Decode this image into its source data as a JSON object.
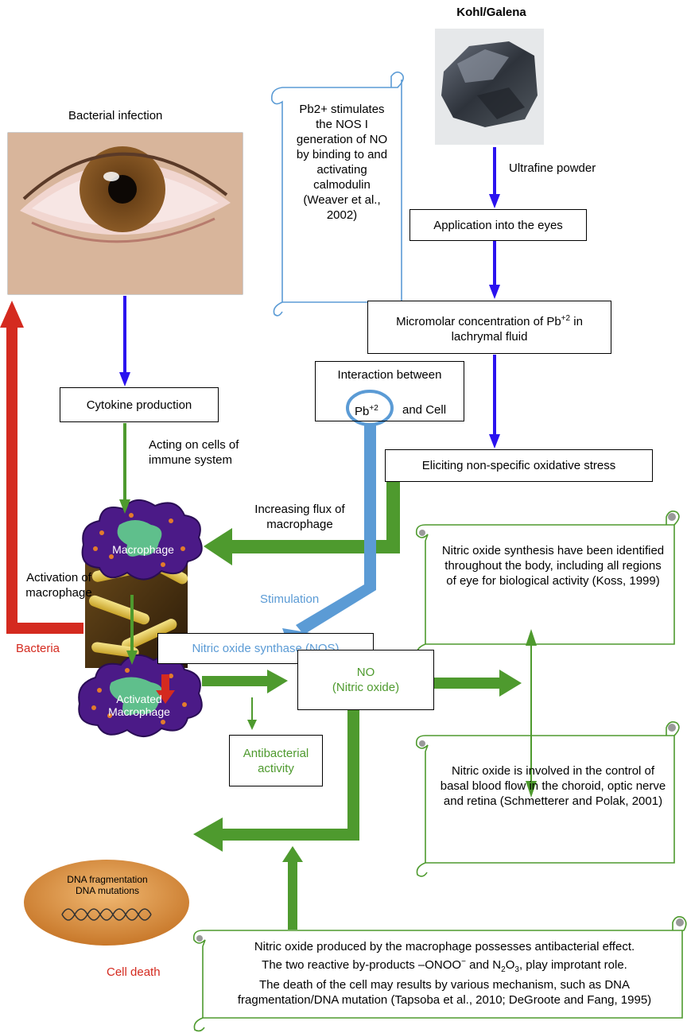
{
  "title": "Kohl/Galena",
  "labels": {
    "bacterial_infection": "Bacterial infection",
    "ultrafine_powder": "Ultrafine powder",
    "acting_on_cells": "Acting on cells of immune system",
    "increasing_flux": "Increasing flux of macrophage",
    "stimulation": "Stimulation",
    "activation": "Activation of macrophage",
    "bacteria": "Bacteria",
    "cell_death": "Cell death",
    "macrophage": "Macrophage",
    "activated_macrophage_1": "Activated",
    "activated_macrophage_2": "Macrophage",
    "dna_1": "DNA fragmentation",
    "dna_2": "DNA mutations",
    "pb": "Pb",
    "pb_sup": "+2",
    "and_cell": "and Cell"
  },
  "boxes": {
    "application": "Application into the eyes",
    "micromolar_1": "Micromolar concentration of Pb",
    "micromolar_sup": "+2",
    "micromolar_2": " in",
    "micromolar_3": "lachrymal fluid",
    "interaction": "Interaction between",
    "eliciting": "Eliciting non-specific oxidative stress",
    "cytokine": "Cytokine production",
    "nos": "Nitric oxide synthase (NOS)",
    "no_1": "NO",
    "no_2": "(Nitric oxide)",
    "antibacterial": "Antibacterial activity"
  },
  "scrolls": {
    "pb2": "Pb2+ stimulates the NOS I generation of NO by binding to and activating calmodulin (Weaver et al., 2002)",
    "nos_synthesis": "Nitric oxide synthesis have been identified throughout the body, including all regions of eye for biological activity (Koss, 1999)",
    "blood_flow": "Nitric oxide is involved in the control of basal blood flow in the choroid, optic nerve and retina (Schmetterer and Polak, 2001)",
    "bottom_1": "Nitric oxide produced by the macrophage possesses antibacterial effect.",
    "bottom_2a": "The two reactive by-products –ONOO",
    "bottom_2b": "−",
    "bottom_2c": " and N",
    "bottom_2d": "2",
    "bottom_2e": "O",
    "bottom_2f": "3",
    "bottom_2g": ", play improtant role.",
    "bottom_3": "The death of the cell may results by various mechanism, such as DNA fragmentation/DNA mutation (Tapsoba et al., 2010; DeGroote and Fang, 1995)"
  },
  "colors": {
    "blue_arrow": "#2b12ef",
    "green_arrow": "#4e9a2e",
    "red_arrow": "#d42a1f",
    "light_blue": "#5b9bd5",
    "macrophage_purple": "#4b1a87",
    "macrophage_green": "#5fbf8c",
    "dna_orange": "#d98a3a"
  }
}
